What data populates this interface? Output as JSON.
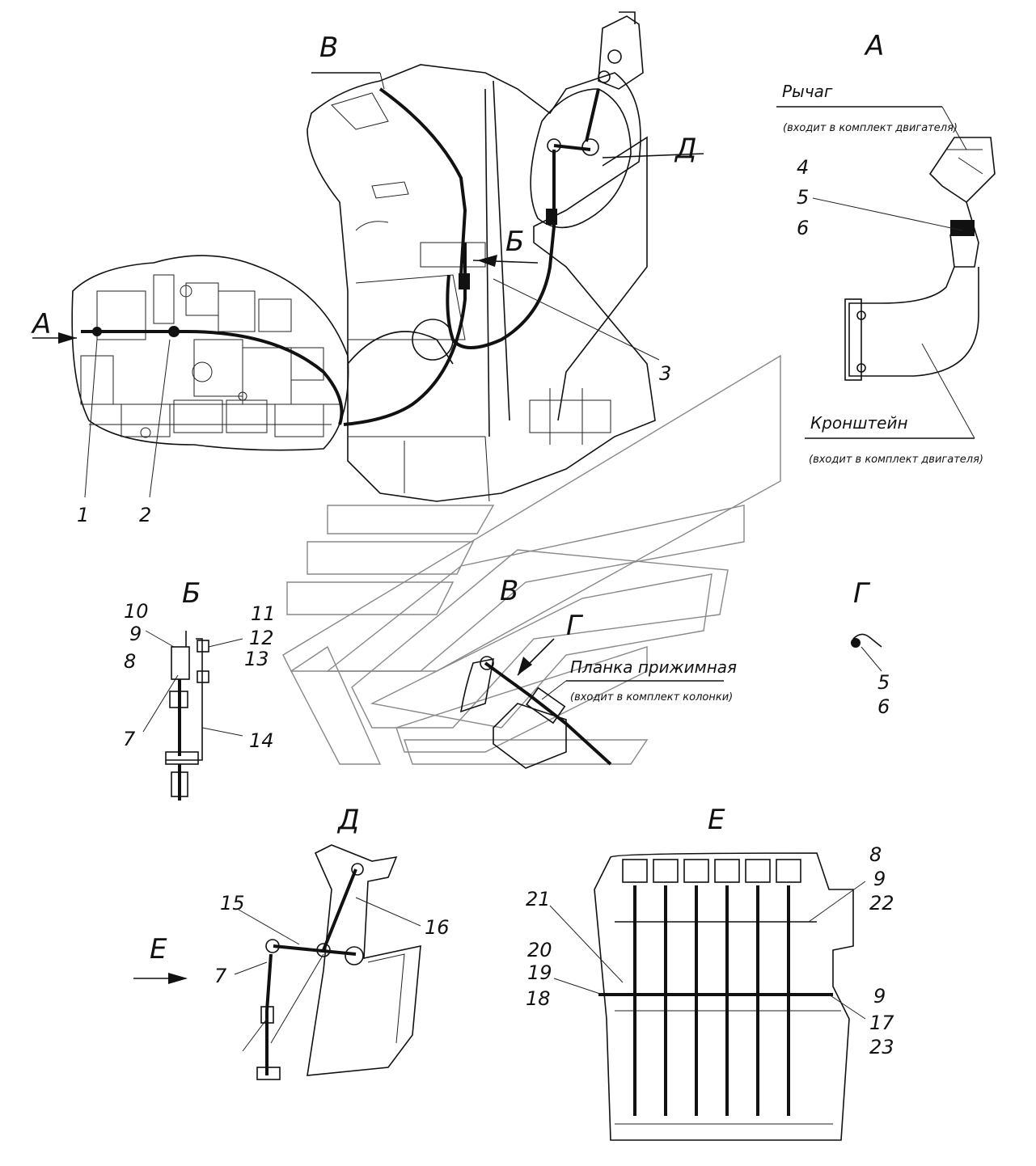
{
  "views": {
    "a_top": "А",
    "v_top": "В",
    "d_top": "Д",
    "b_top": "Б",
    "b_detail": "Б",
    "v_detail": "В",
    "g_arrow": "Г",
    "g_detail": "Г",
    "d_detail": "Д",
    "e_detail": "Е",
    "e_arrow": "Е",
    "a_arrow": "А"
  },
  "callouts": {
    "n1": "1",
    "n2": "2",
    "n3": "3",
    "n4": "4",
    "n5": "5",
    "n6": "6",
    "b10": "10",
    "b9": "9",
    "b8": "8",
    "b7": "7",
    "b11": "11",
    "b12": "12",
    "b13": "13",
    "b14": "14",
    "g5": "5",
    "g6": "6",
    "d15": "15",
    "d16": "16",
    "d7": "7",
    "e21": "21",
    "e20": "20",
    "e19": "19",
    "e18": "18",
    "e8": "8",
    "e9a": "9",
    "e22": "22",
    "e9b": "9",
    "e17": "17",
    "e23": "23"
  },
  "notes": {
    "lever_title": "Рычаг",
    "lever_sub": "(входит в комплект двигателя)",
    "bracket_title": "Кронштейн",
    "bracket_sub": "(входит в комплект двигателя)",
    "plate_title": "Планка прижимная",
    "plate_sub": "(входит в комплект колонки)"
  }
}
